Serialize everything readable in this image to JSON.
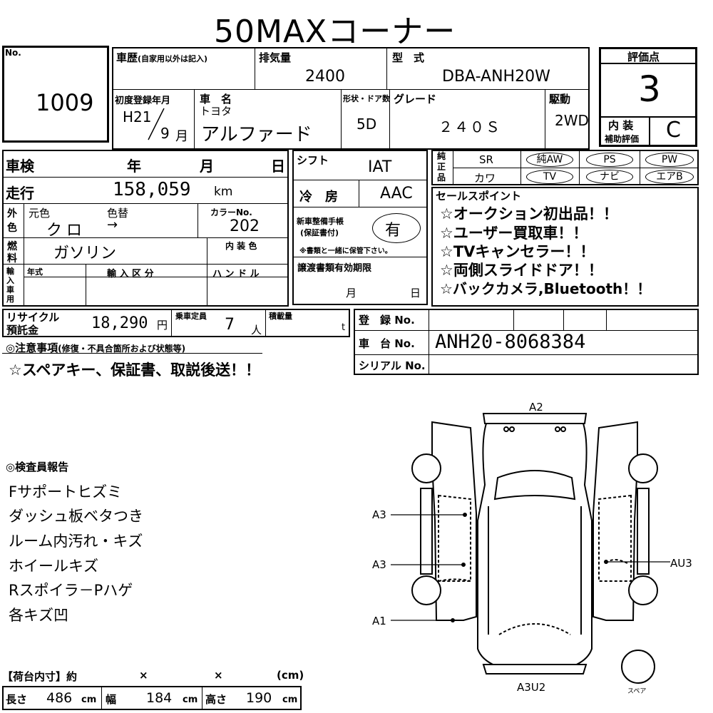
{
  "page_title": "50MAXコーナー",
  "lot": {
    "label": "No.",
    "number": "1009"
  },
  "history": {
    "label": "車歴",
    "note": "(自家用以外は記入)"
  },
  "displacement": {
    "label": "排気量",
    "value": "2400"
  },
  "model_type": {
    "label": "型　式",
    "value": "DBA-ANH20W"
  },
  "rating": {
    "label": "評価点",
    "value": "3",
    "interior_label_1": "内 装",
    "interior_label_2": "補助評価",
    "interior_value": "C"
  },
  "first_reg": {
    "label": "初度登録年月",
    "era_year": "H21",
    "month": "9",
    "month_unit": "月"
  },
  "car_name": {
    "label": "車　名",
    "maker": "トヨタ",
    "name": "アルファード"
  },
  "body": {
    "label": "形状・ドア数",
    "value": "5D"
  },
  "grade": {
    "label": "グレード",
    "value": "２４０Ｓ"
  },
  "drive": {
    "label": "駆動",
    "value": "2WD"
  },
  "inspection": {
    "label": "車検",
    "year": "年",
    "month": "月",
    "day": "日"
  },
  "shift": {
    "label": "シフト",
    "value": "IAT"
  },
  "mileage": {
    "label": "走行",
    "value": "158,059",
    "unit": "km"
  },
  "aircon": {
    "label": "冷　房",
    "value": "AAC"
  },
  "exterior": {
    "side_1": "外",
    "side_2": "色",
    "orig_label": "元色",
    "repaint_label": "色替",
    "orig_value": "クロ",
    "arrow": "→",
    "color_no_label": "カラーNo.",
    "color_no_value": "202"
  },
  "fuel": {
    "side_1": "燃",
    "side_2": "料",
    "value": "ガソリン",
    "interior_color_label": "内 装 色"
  },
  "maintenance": {
    "label_1": "新車整備手帳",
    "label_2": "(保証書付)",
    "value": "有",
    "note": "※書類と一緒に保管下さい。"
  },
  "import": {
    "side": "輸入車用",
    "year_label": "年式",
    "kubun_label": "輸 入 区 分",
    "handle_label": "ハ ン ド ル"
  },
  "transfer": {
    "label": "譲渡書類有効期限",
    "month": "月",
    "day": "日"
  },
  "equipment": {
    "side": "純正品",
    "row1": [
      "SR",
      "純AW",
      "PS",
      "PW"
    ],
    "row2": [
      "カワ",
      "TV",
      "ナビ",
      "エアB"
    ]
  },
  "sales_points": {
    "label": "セールスポイント",
    "items": [
      "☆オークション初出品！！",
      "☆ユーザー買取車！！",
      "☆TVキャンセラー！！",
      "☆両側スライドドア！！",
      "☆バックカメラ,Bluetooth！！"
    ]
  },
  "recycle": {
    "label_1": "リサイクル",
    "label_2": "預託金",
    "value": "18,290",
    "unit": "円"
  },
  "capacity": {
    "label": "乗車定員",
    "value": "7",
    "unit": "人"
  },
  "load": {
    "label": "積載量",
    "unit": "t"
  },
  "registration": {
    "label": "登　録 No."
  },
  "chassis": {
    "label": "車　台 No.",
    "value": "ANH20-8068384"
  },
  "serial": {
    "label": "シリアル No."
  },
  "notes": {
    "label": "◎注意事項",
    "sub": "(修復・不具合箇所および状態等)",
    "value": "☆スペアキー、保証書、取説後送！！"
  },
  "inspector": {
    "label": "◎検査員報告",
    "items": [
      "Fサポートヒズミ",
      "ダッシュ板ベタつき",
      "ルーム内汚れ・キズ",
      "ホイールキズ",
      "Rスポイラ－Pハゲ",
      "各キズ凹"
    ]
  },
  "diagram": {
    "labels": {
      "top": "A2",
      "left1": "A3",
      "left2": "A3",
      "left3": "A1",
      "right": "AU3",
      "bottom": "A3U2",
      "spare": "スペア"
    }
  },
  "cargo": {
    "label": "【荷台内寸】約",
    "times_1": "×",
    "times_2": "×",
    "unit_label": "(cm)",
    "length_label": "長さ",
    "length": "486",
    "width_label": "幅",
    "width": "184",
    "height_label": "高さ",
    "height": "190",
    "cm": "cm"
  }
}
